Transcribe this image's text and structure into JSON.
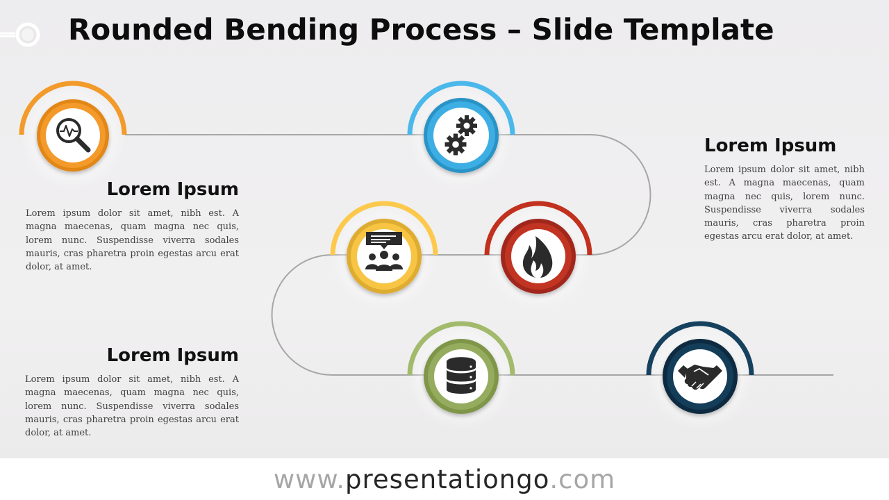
{
  "title": "Rounded Bending Process – Slide Template",
  "colors": {
    "orange": "#ef8f1f",
    "blue": "#3daee3",
    "yellow": "#f7c543",
    "red": "#b8301f",
    "green": "#95ac5e",
    "navy": "#143d59",
    "path": "#a6a6a6"
  },
  "steps": [
    {
      "name": "step-1",
      "icon": "magnifier-pulse-icon",
      "color": "orange"
    },
    {
      "name": "step-2",
      "icon": "gears-icon",
      "color": "blue"
    },
    {
      "name": "step-3",
      "icon": "fire-icon",
      "color": "red"
    },
    {
      "name": "step-4",
      "icon": "meeting-icon",
      "color": "yellow"
    },
    {
      "name": "step-5",
      "icon": "database-icon",
      "color": "green"
    },
    {
      "name": "step-6",
      "icon": "handshake-icon",
      "color": "navy"
    }
  ],
  "blocks": [
    {
      "heading": "Lorem Ipsum",
      "text": "Lorem ipsum dolor sit amet, nibh est. A magna maecenas, quam magna nec quis, lorem nunc. Suspendisse viverra sodales mauris, cras pharetra proin egestas arcu erat dolor, at amet."
    },
    {
      "heading": "Lorem Ipsum",
      "text": "Lorem ipsum dolor sit amet, nibh est. A magna maecenas, quam magna nec quis, lorem nunc. Suspendisse viverra sodales mauris, cras pharetra proin egestas arcu erat dolor, at amet."
    },
    {
      "heading": "Lorem Ipsum",
      "text": "Lorem ipsum dolor sit amet, nibh est. A magna maecenas, quam magna nec quis, lorem nunc. Suspendisse viverra sodales mauris, cras pharetra proin egestas arcu erat dolor, at amet."
    }
  ],
  "footer": {
    "prefix": "www.",
    "brand": "presentationgo",
    "suffix": ".com"
  }
}
